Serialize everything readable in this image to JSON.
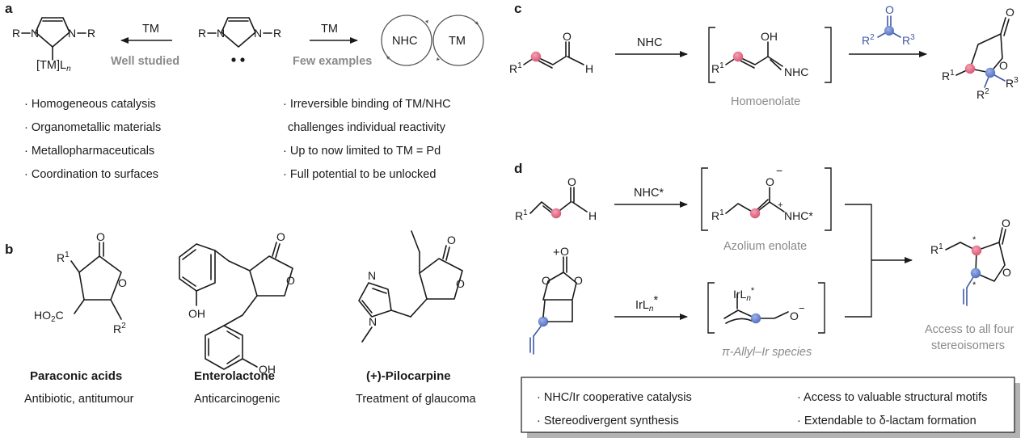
{
  "panel_a": {
    "letter": "a",
    "left_complex_label": "[TM]L",
    "left_complex_sub": "n",
    "r_labels": [
      "R",
      "R"
    ],
    "n_labels": [
      "N",
      "N"
    ],
    "left_arrow_label": "TM",
    "left_arrow_caption": "Well studied",
    "right_arrow_label": "TM",
    "right_arrow_caption": "Few examples",
    "circle_nhc": "NHC",
    "circle_tm": "TM",
    "left_bullets": [
      "· Homogeneous catalysis",
      "· Organometallic materials",
      "· Metallopharmaceuticals",
      "· Coordination to surfaces"
    ],
    "right_bullets": [
      "· Irreversible binding of TM/NHC",
      "challenges individual reactivity",
      "· Up to now limited to TM = Pd",
      "· Full potential to be unlocked"
    ]
  },
  "panel_b": {
    "letter": "b",
    "compounds": [
      {
        "name": "Paraconic acids",
        "desc": "Antibiotic, antitumour"
      },
      {
        "name": "Enterolactone",
        "desc": "Anticarcinogenic"
      },
      {
        "name": "(+)-Pilocarpine",
        "desc": "Treatment of glaucoma"
      }
    ],
    "labels": {
      "r1": "R",
      "r2": "R",
      "ho2c": "HO",
      "o": "O",
      "oh": "OH",
      "n": "N"
    }
  },
  "panel_c": {
    "letter": "c",
    "arrow_label": "NHC",
    "intermediate_caption": "Homoenolate",
    "atoms": {
      "o": "O",
      "h": "H",
      "r1": "R",
      "oh": "OH",
      "nhc": "NHC",
      "r2": "R",
      "r3": "R"
    }
  },
  "panel_d": {
    "letter": "d",
    "arrow1_label": "NHC*",
    "arrow2_label": "IrL",
    "arrow2_sub": "n",
    "arrow2_star": "*",
    "plus": "+",
    "caption_enolate": "Azolium enolate",
    "caption_allyl": "π-Allyl–Ir species",
    "caption_product": "Access to all four",
    "caption_product_2": "stereoisomers",
    "atoms": {
      "o": "O",
      "h": "H",
      "r1": "R",
      "nhc": "NHC*",
      "irl": "IrL",
      "star": "*",
      "minus": "−",
      "plus_charge": "+"
    }
  },
  "summary_box": {
    "items": [
      "· NHC/Ir cooperative catalysis",
      "· Stereodivergent synthesis",
      "· Access to valuable structural motifs",
      "· Extendable to δ-lactam formation"
    ]
  },
  "colors": {
    "pink_atom": "#d9506f",
    "blue_atom": "#4d6bbf",
    "blue_bond": "#3f58a6",
    "gray_text": "#8a8a8a",
    "box_shadow": "#b3b3b3"
  }
}
